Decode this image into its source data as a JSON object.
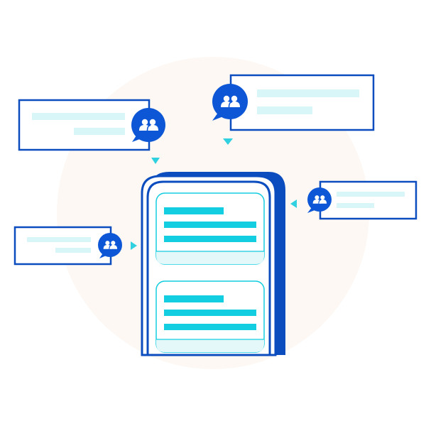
{
  "palette": {
    "background_circle": "#fdf8f3",
    "primary_blue": "#0b4dbf",
    "bright_blue": "#0d57d6",
    "line_cyan": "#13cde0",
    "card_fill": "#e4f8fa",
    "placeholder_light": "#d8f6f8",
    "arrow_cyan": "#2fd0df",
    "white": "#ffffff"
  },
  "icons": {
    "chat_avatar": "users-group-icon",
    "pointer": "triangle-arrow-icon"
  },
  "phone": {
    "message_cards": 2,
    "lines_per_card": 3
  },
  "bubbles": {
    "count": 4
  }
}
